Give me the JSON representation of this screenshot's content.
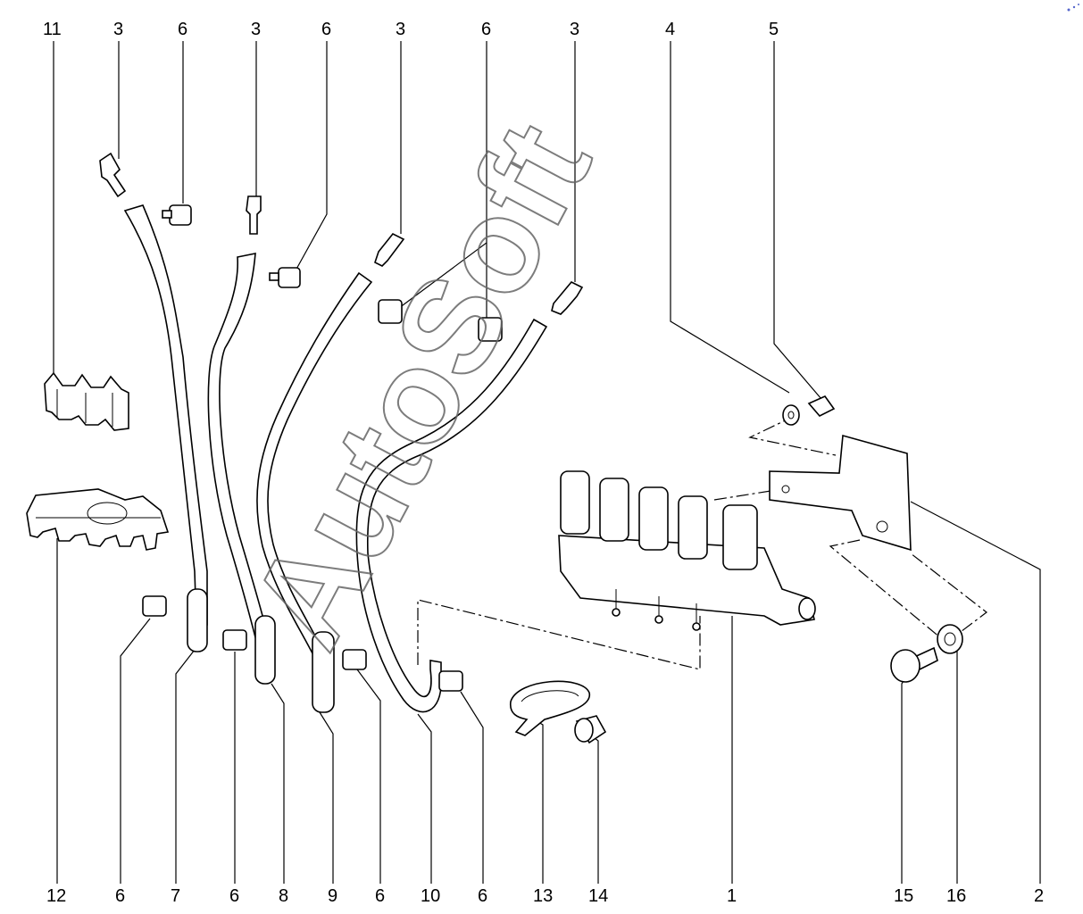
{
  "watermark": "AutoSoft",
  "callouts_top": [
    "11",
    "3",
    "6",
    "3",
    "6",
    "3",
    "6",
    "3",
    "4",
    "5"
  ],
  "callouts_bottom": [
    "12",
    "6",
    "7",
    "6",
    "8",
    "9",
    "6",
    "10",
    "6",
    "13",
    "14",
    "1",
    "15",
    "16",
    "2"
  ]
}
